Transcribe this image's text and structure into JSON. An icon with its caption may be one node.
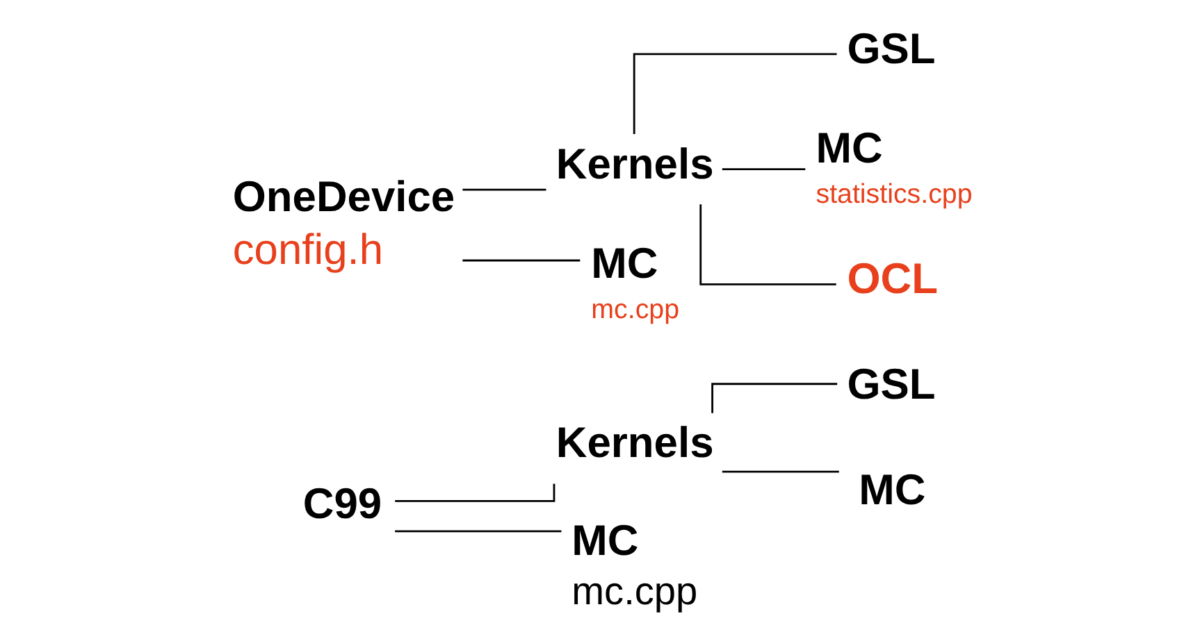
{
  "diagram": {
    "nodes": [
      {
        "text": [
          "C99"
        ]
      },
      {
        "text": [
          "Kernels"
        ]
      },
      {
        "text": [
          "MC",
          "mc.cpp"
        ]
      },
      {
        "text": [
          "GSL"
        ]
      },
      {
        "text": [
          "MC"
        ]
      },
      {
        "text": [
          "OneDevice",
          "config.h"
        ]
      },
      {
        "text": [
          "Kernels"
        ]
      },
      {
        "text": [
          "MC",
          "mc.cpp"
        ]
      },
      {
        "text": [
          "GSL"
        ]
      },
      {
        "text": [
          "MC",
          "statistics.cpp"
        ]
      },
      {
        "text": [
          "OCL"
        ]
      }
    ],
    "edges": [
      {
        "from": 0,
        "to": 1,
        "arrow": "none"
      },
      {
        "from": 0,
        "to": 2,
        "arrow": "none"
      },
      {
        "from": 1,
        "to": 3,
        "arrow": "none"
      },
      {
        "from": 1,
        "to": 4,
        "arrow": "none"
      },
      {
        "from": 5,
        "to": 6,
        "arrow": "none"
      },
      {
        "from": 5,
        "to": 7,
        "arrow": "none"
      },
      {
        "from": 6,
        "to": 8,
        "arrow": "none"
      },
      {
        "from": 6,
        "to": 9,
        "arrow": "none"
      },
      {
        "from": 6,
        "to": 10,
        "arrow": "none"
      }
    ]
  }
}
